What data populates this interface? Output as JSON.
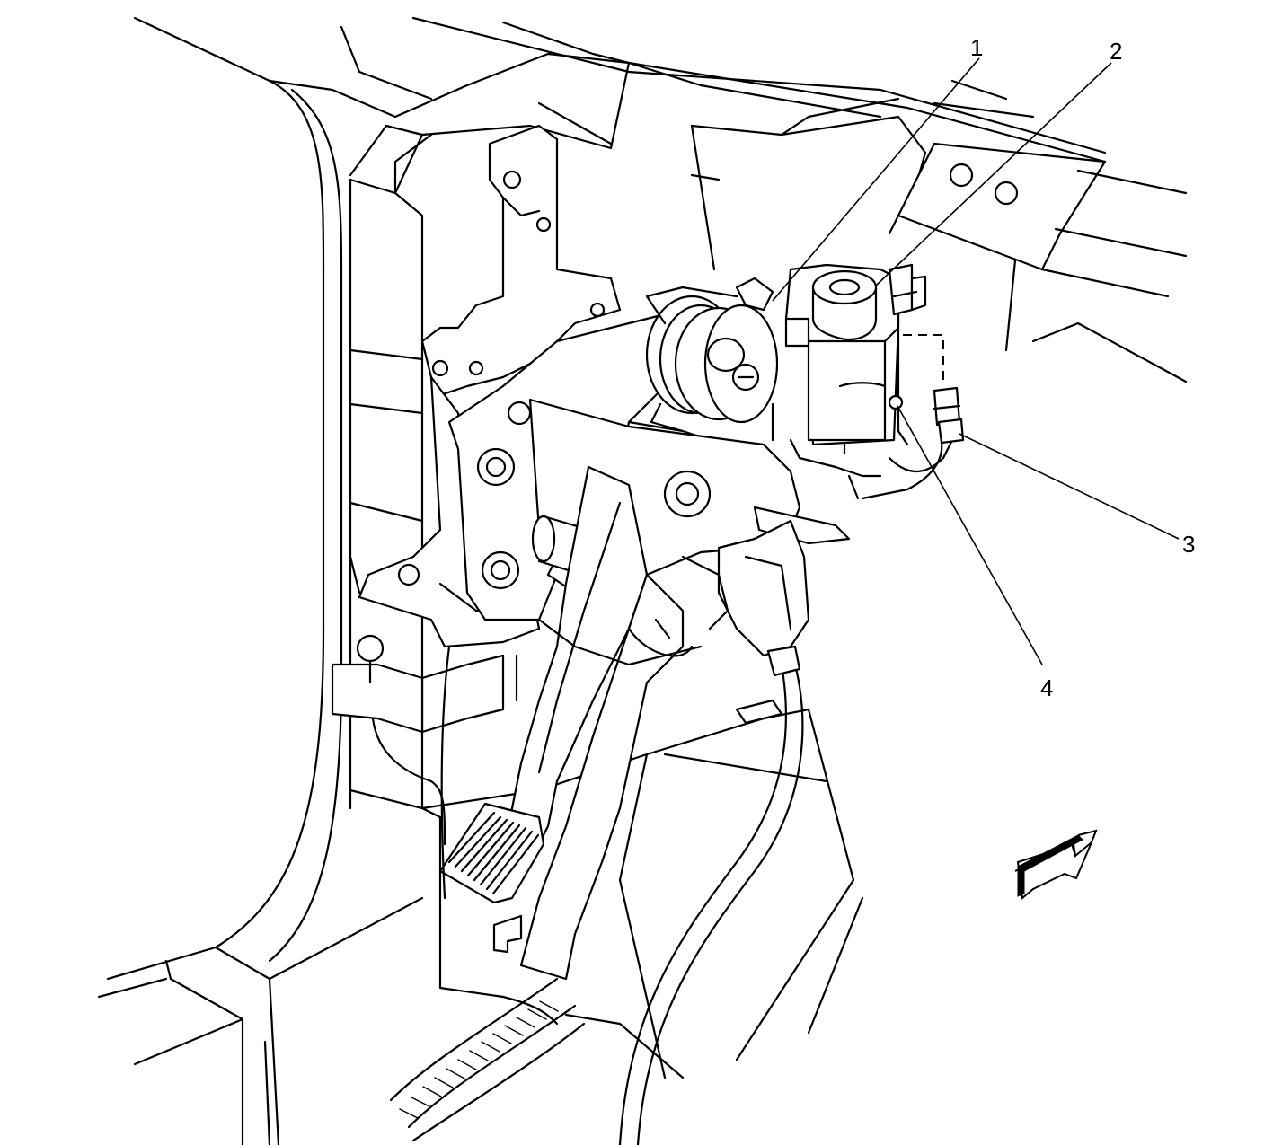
{
  "callouts": [
    {
      "id": "1",
      "label": "1"
    },
    {
      "id": "2",
      "label": "2"
    },
    {
      "id": "3",
      "label": "3"
    },
    {
      "id": "4",
      "label": "4"
    }
  ],
  "icons": {
    "front_arrow": "front-direction-arrow-icon"
  },
  "colors": {
    "line": "#000000",
    "background": "#ffffff"
  }
}
